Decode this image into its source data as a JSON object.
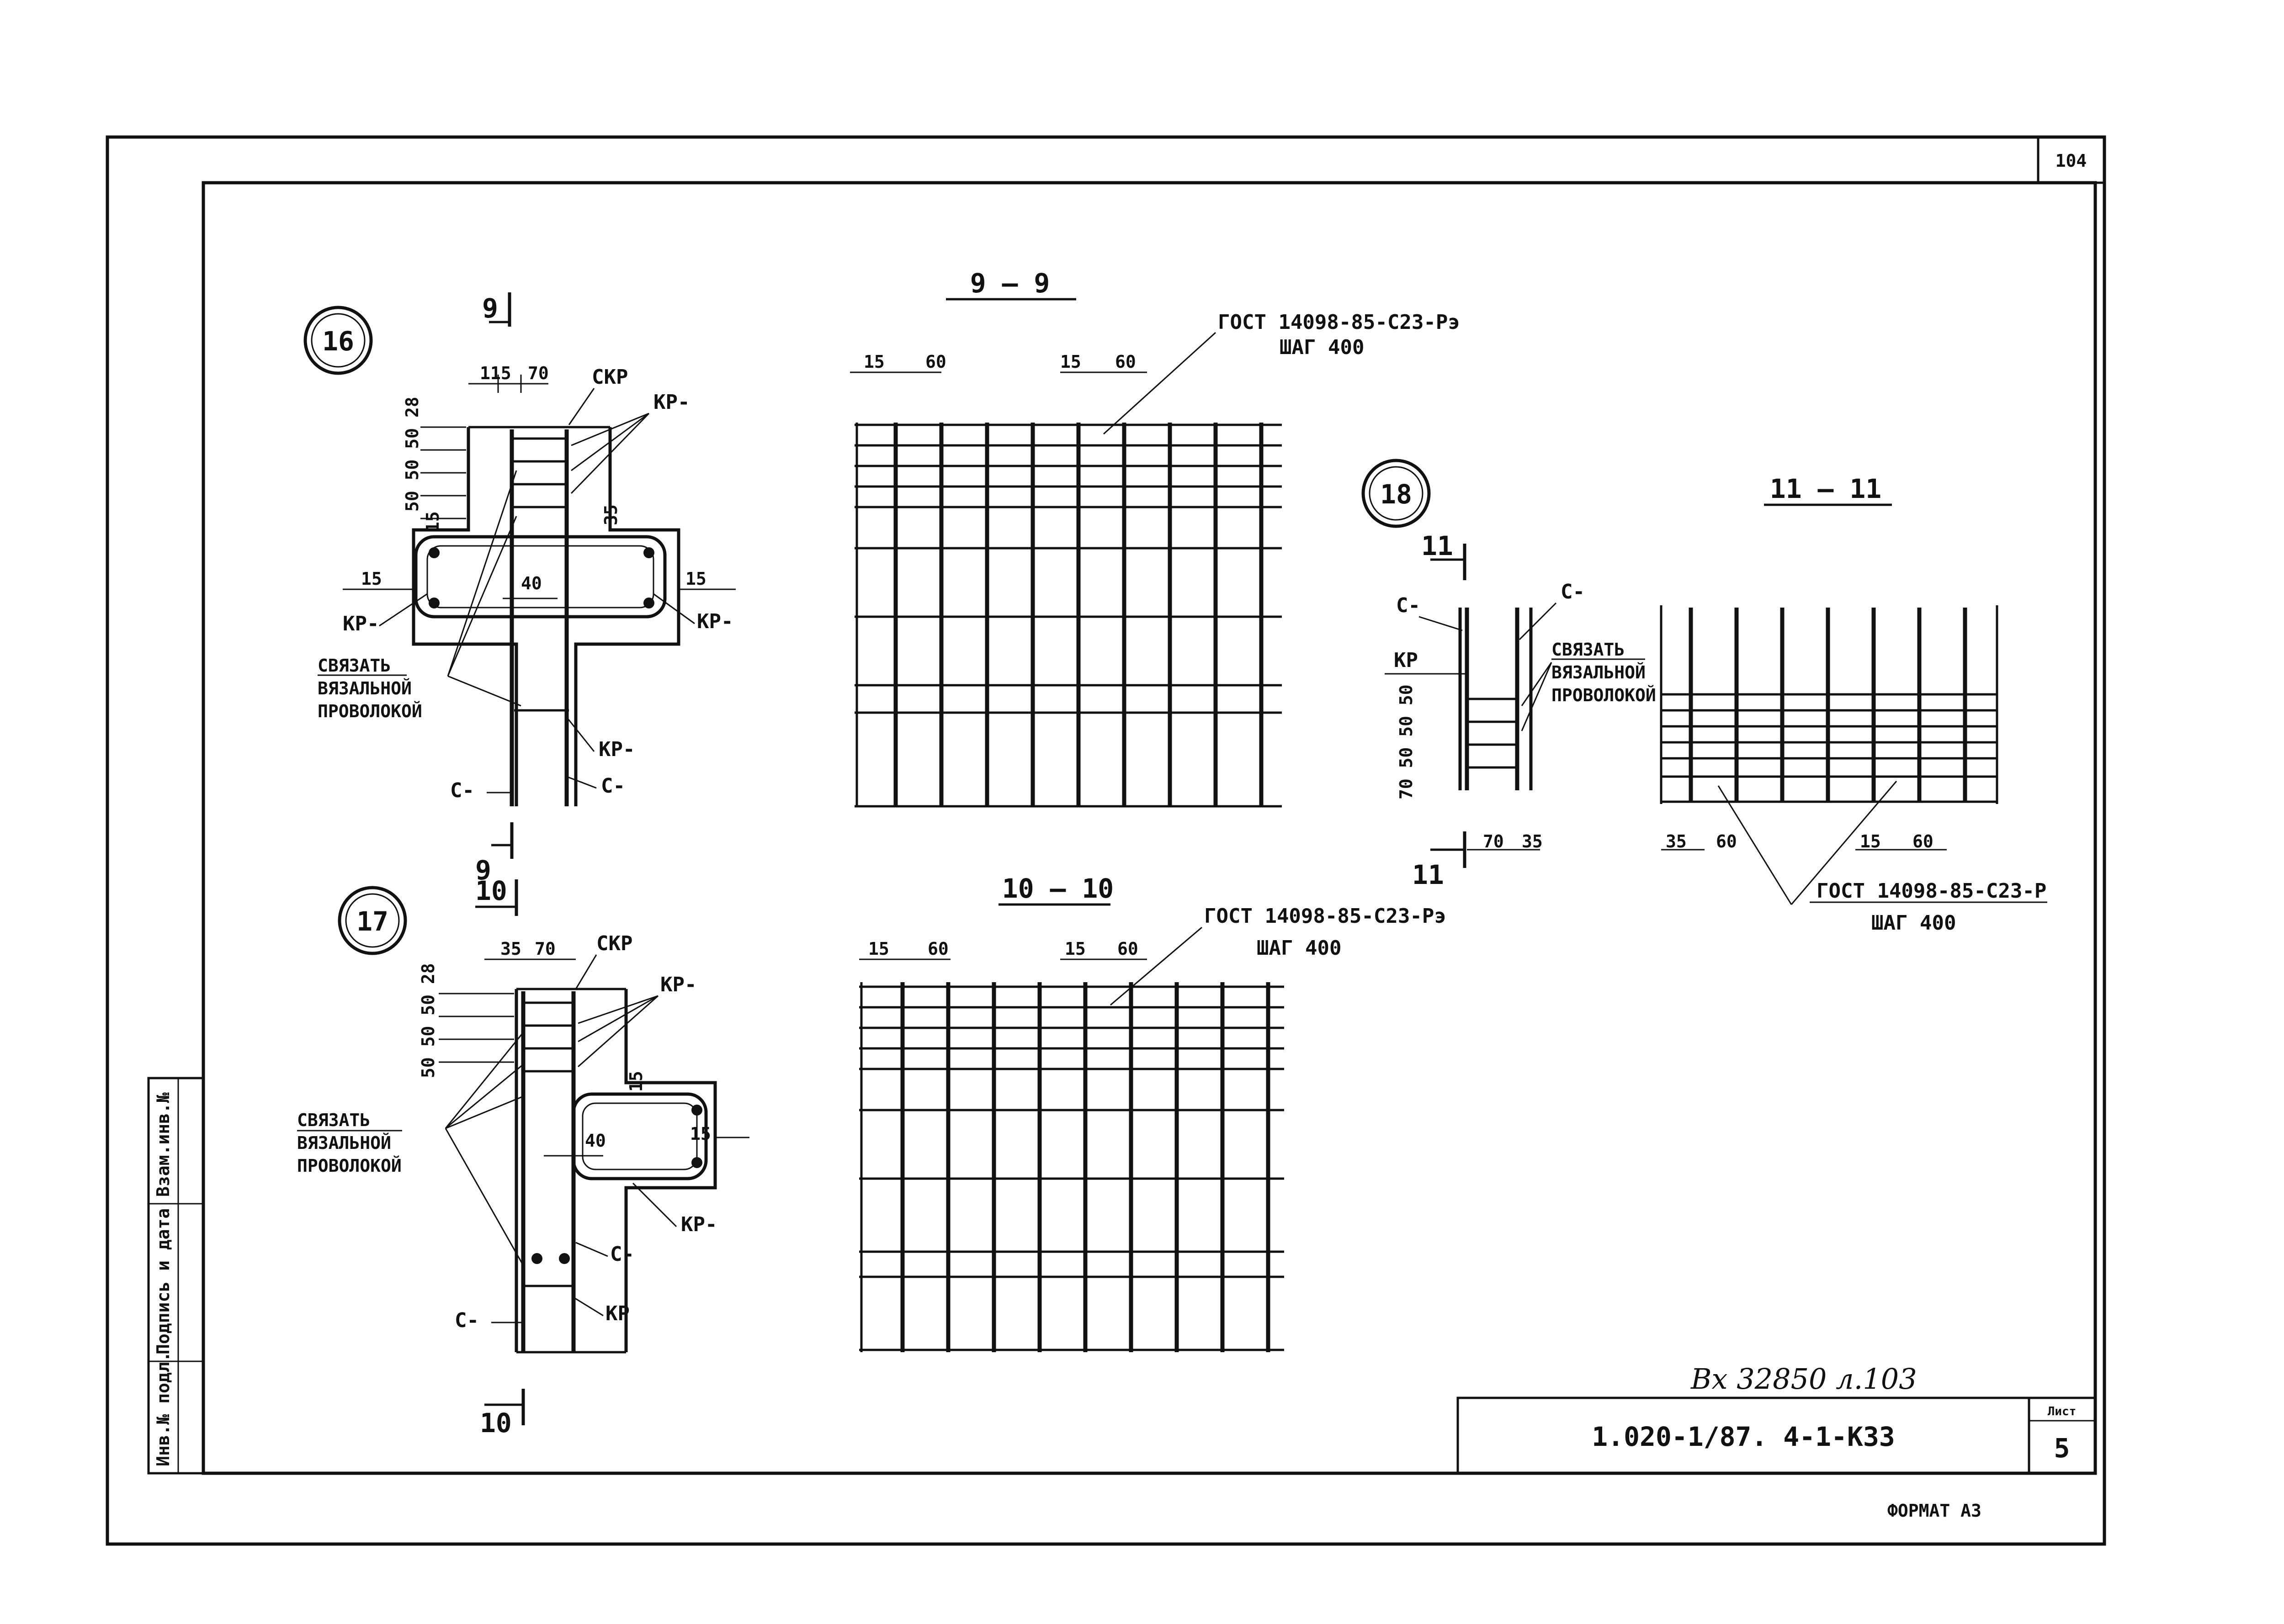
{
  "sheet_number": "104",
  "stamp": {
    "code": "1.020-1/87. 4-1-К33",
    "list_label": "Лист",
    "list_number": "5",
    "handwritten_ref": "Вх 32850 л.103"
  },
  "format_label": "ФОРМАТ А3",
  "side_stamp": {
    "labels": [
      "Инв.№ подл.",
      "Подпись и дата",
      "Взам.инв.№"
    ]
  },
  "node16": {
    "number": "16",
    "section_top": "9",
    "section_bottom": "9",
    "dims": {
      "d115": "115",
      "d70": "70",
      "d15l": "15",
      "d15r": "15",
      "d40": "40",
      "d35": "35",
      "vert": "50 50 50 28",
      "d15v": "15"
    },
    "labels": {
      "skr": "СКР",
      "kr_top": "КР-",
      "kr_left": "КР-",
      "kr_right": "КР-",
      "kr_bot": "КР-",
      "c_left": "С-",
      "c_right": "С-"
    },
    "note": [
      "СВЯЗАТЬ",
      "ВЯЗАЛЬНОЙ",
      "ПРОВОЛОКОЙ"
    ]
  },
  "node17": {
    "number": "17",
    "section_top": "10",
    "section_bottom": "10",
    "dims": {
      "d35": "35",
      "d70": "70",
      "d15a": "15",
      "d15b": "15",
      "d40": "40",
      "vert": "50 50 50 28"
    },
    "labels": {
      "skr": "СКР",
      "kr_top": "КР-",
      "kr_right": "КР-",
      "c_mid": "С-",
      "c_left": "С-",
      "kr_bot": "КР"
    },
    "note": [
      "СВЯЗАТЬ",
      "ВЯЗАЛЬНОЙ",
      "ПРОВОЛОКОЙ"
    ]
  },
  "node18": {
    "number": "18",
    "section_top": "11",
    "section_bottom": "11",
    "dims": {
      "d70": "70",
      "d35": "35",
      "vert": "70 50 50 50"
    },
    "labels": {
      "c_left": "С-",
      "c_right": "С-",
      "kr": "КР"
    },
    "note": [
      "СВЯЗАТЬ",
      "ВЯЗАЛЬНОЙ",
      "ПРОВОЛОКОЙ"
    ]
  },
  "section99": {
    "title": "9 — 9",
    "dims": [
      "15",
      "60",
      "15",
      "60"
    ],
    "gost": "ГОСТ 14098-85-С23-Рэ",
    "step": "ШАГ 400"
  },
  "section1010": {
    "title": "10 — 10",
    "dims": [
      "15",
      "60",
      "15",
      "60"
    ],
    "gost": "ГОСТ 14098-85-С23-Рэ",
    "step": "ШАГ 400"
  },
  "section1111": {
    "title": "11 — 11",
    "dims": [
      "35",
      "60",
      "15",
      "60"
    ],
    "gost": "ГОСТ 14098-85-С23-Р",
    "step": "ШАГ 400"
  }
}
